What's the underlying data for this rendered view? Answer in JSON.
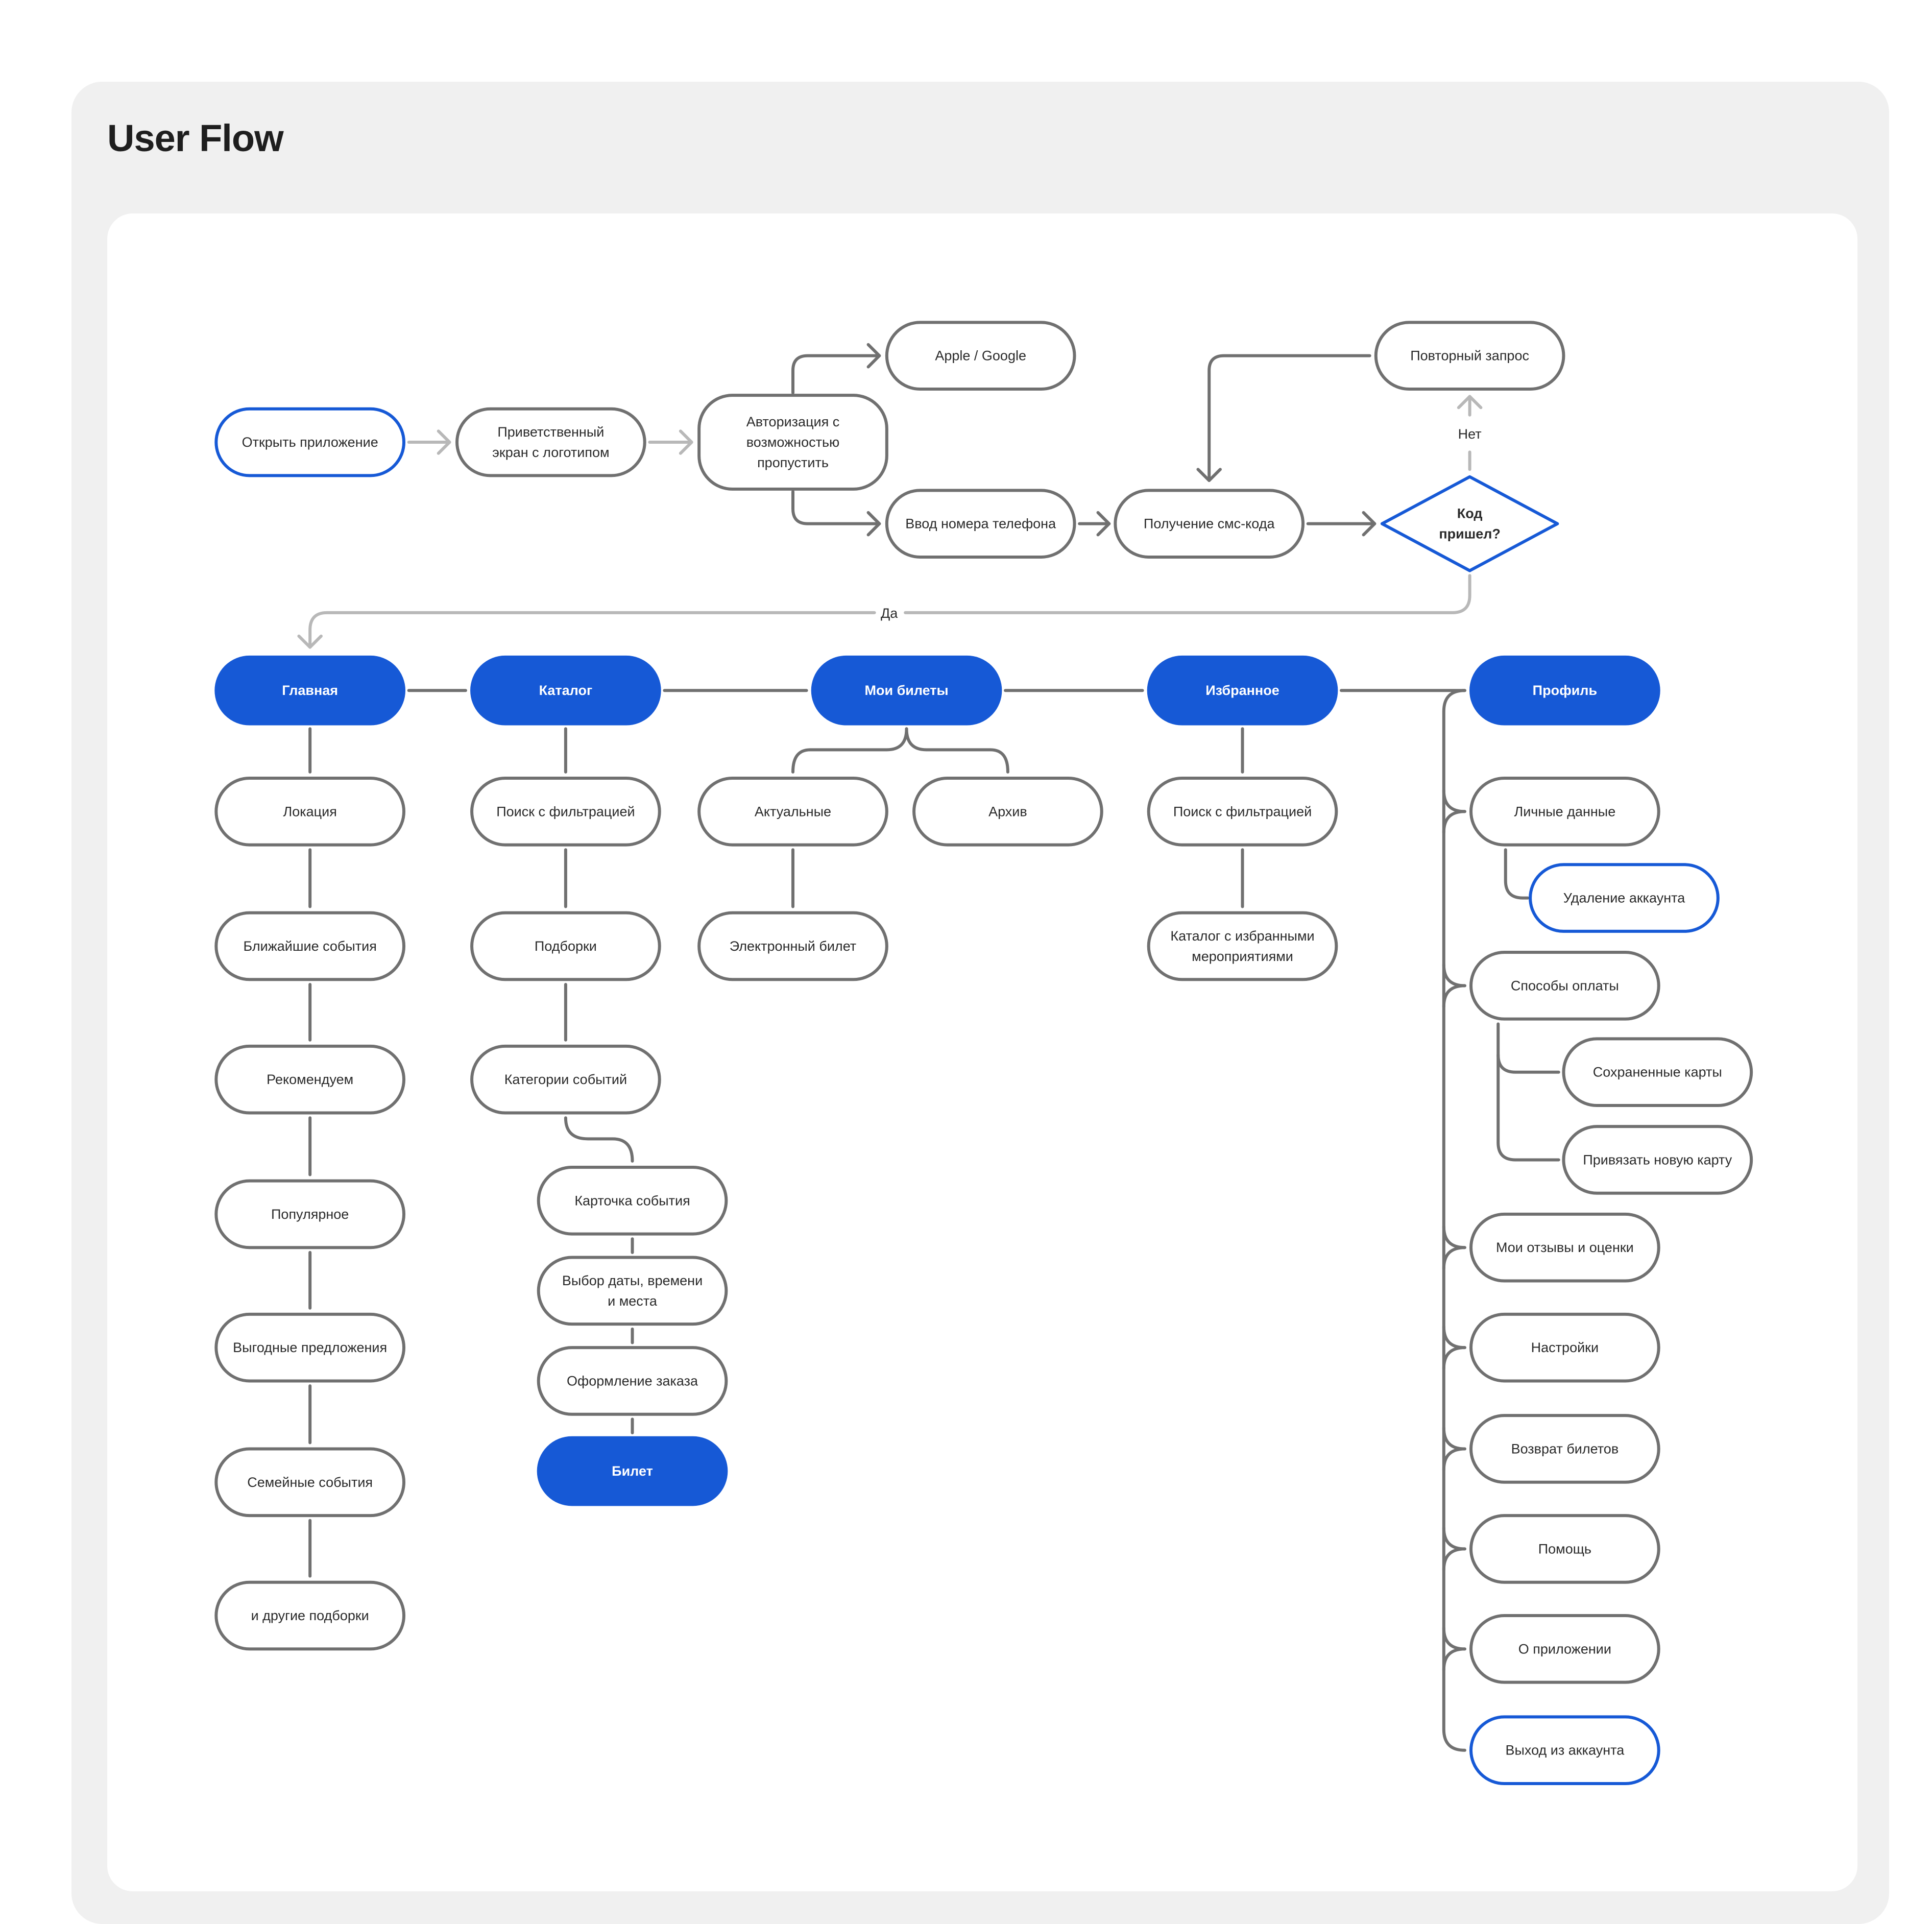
{
  "title": "User Flow",
  "colors": {
    "accent": "#1659d6",
    "stroke": "#707070",
    "light_stroke": "#b8b8b8",
    "panel": "#f0f0f0",
    "canvas": "#ffffff"
  },
  "nodes": {
    "open_app": "Открыть приложение",
    "welcome": "Приветственный экран с логотипом",
    "auth": "Авторизация с возможностью пропустить",
    "apple_google": "Apple / Google",
    "phone_input": "Ввод номера телефона",
    "sms_code": "Получение смс-кода",
    "code_decision": "Код пришел?",
    "retry": "Повторный запрос",
    "home": "Главная",
    "catalog": "Каталог",
    "my_tickets": "Мои билеты",
    "favorites": "Избранное",
    "profile": "Профиль",
    "location": "Локация",
    "nearby_events": "Ближайшие события",
    "recommended": "Рекомендуем",
    "popular": "Популярное",
    "deals": "Выгодные предложения",
    "family_events": "Семейные события",
    "other_collections": "и другие подборки",
    "catalog_search": "Поиск с фильтрацией",
    "collections": "Подборки",
    "event_categories": "Категории событий",
    "event_card": "Карточка события",
    "date_time_seat": "Выбор даты, времени и места",
    "checkout": "Оформление заказа",
    "ticket": "Билет",
    "actual": "Актуальные",
    "archive": "Архив",
    "e_ticket": "Электронный билет",
    "fav_search": "Поиск с фильтрацией",
    "fav_catalog": "Каталог с избранными мероприятиями",
    "personal_data": "Личные данные",
    "delete_account": "Удаление аккаунта",
    "payment_methods": "Способы оплаты",
    "saved_cards": "Сохраненные карты",
    "link_card": "Привязать новую карту",
    "reviews": "Мои отзывы и оценки",
    "settings": "Настройки",
    "refunds": "Возврат билетов",
    "help": "Помощь",
    "about": "О приложении",
    "logout": "Выход из аккаунта"
  },
  "edge_labels": {
    "no": "Нет",
    "yes": "Да"
  }
}
